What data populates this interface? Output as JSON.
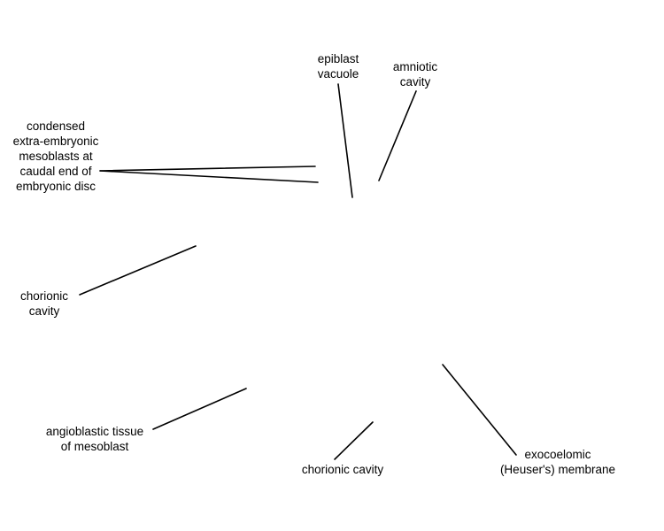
{
  "labels": {
    "epiblast_vacuole": [
      "epiblast",
      "vacuole"
    ],
    "amniotic_cavity": [
      "amniotic",
      "cavity"
    ],
    "condensed_mesoblasts": [
      "condensed",
      "extra-embryonic",
      "mesoblasts at",
      "caudal end of",
      "embryonic disc"
    ],
    "chorionic_cavity_left": [
      "chorionic",
      "cavity"
    ],
    "angioblastic_tissue": [
      "angioblastic tissue",
      "of mesoblast"
    ],
    "chorionic_cavity_bottom": [
      "chorionic cavity"
    ],
    "exocoelomic_membrane": [
      "exocoelomic",
      "(Heuser's) membrane"
    ]
  },
  "colors": {
    "line": "#000000",
    "text": "#000000",
    "background": "#ffffff"
  }
}
